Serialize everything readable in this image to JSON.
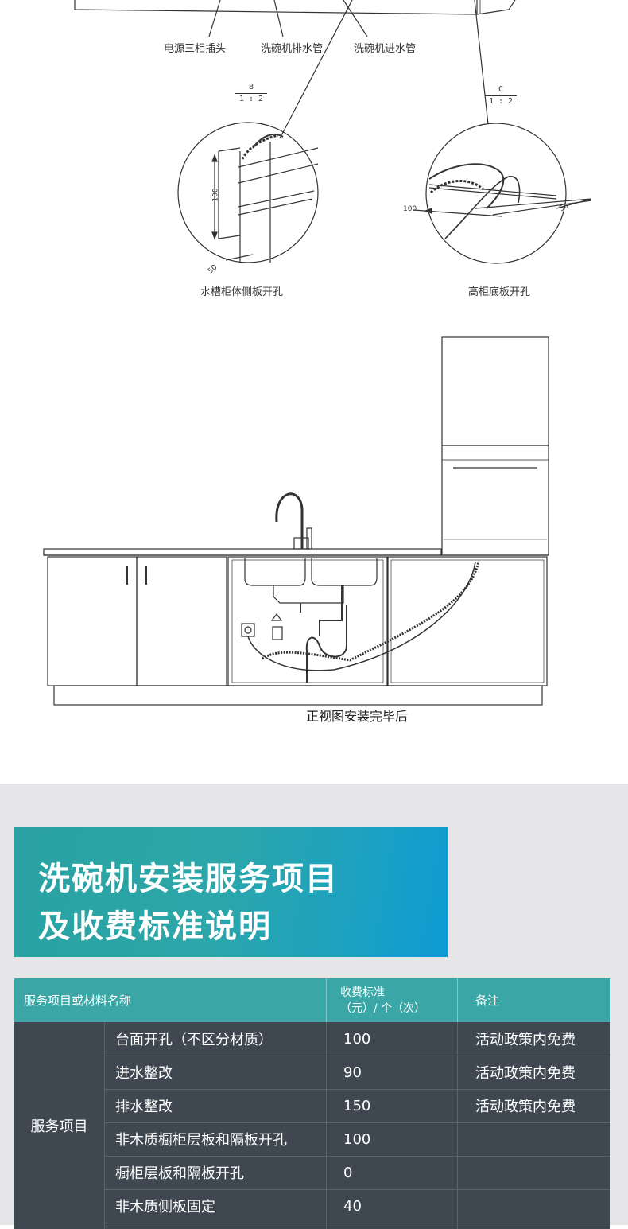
{
  "diagram": {
    "top_labels": [
      "电源三相插头",
      "洗碗机排水管",
      "洗碗机进水管"
    ],
    "detail_b": {
      "letter": "B",
      "scale": "1 : 2",
      "caption": "水槽柜体侧板开孔",
      "dims": [
        "100",
        "50"
      ]
    },
    "detail_c": {
      "letter": "C",
      "scale": "1 : 2",
      "caption": "高柜底板开孔",
      "dims": [
        "100",
        "50"
      ]
    },
    "front_view_caption": "正视图安装完毕后"
  },
  "banner": {
    "line1": "洗碗机安装服务项目",
    "line2": "及收费标准说明"
  },
  "table": {
    "headers": {
      "item": "服务项目或材料名称",
      "fee_line1": "收费标准",
      "fee_line2": "（元）/ 个（次）",
      "note": "备注"
    },
    "category": "服务项目",
    "rows": [
      {
        "name": "台面开孔（不区分材质）",
        "fee": "100",
        "note": "活动政策内免费"
      },
      {
        "name": "进水整改",
        "fee": "90",
        "note": "活动政策内免费"
      },
      {
        "name": "排水整改",
        "fee": "150",
        "note": "活动政策内免费"
      },
      {
        "name": "非木质橱柜层板和隔板开孔",
        "fee": "100",
        "note": ""
      },
      {
        "name": "橱柜层板和隔板开孔",
        "fee": "0",
        "note": ""
      },
      {
        "name": "非木质侧板固定",
        "fee": "40",
        "note": ""
      }
    ]
  },
  "colors": {
    "banner_start": "#2aa2a4",
    "banner_end": "#0d9bd3",
    "table_header": "#3aa6a6",
    "table_body": "#3f4850",
    "section_bg": "#e6e6e8"
  }
}
